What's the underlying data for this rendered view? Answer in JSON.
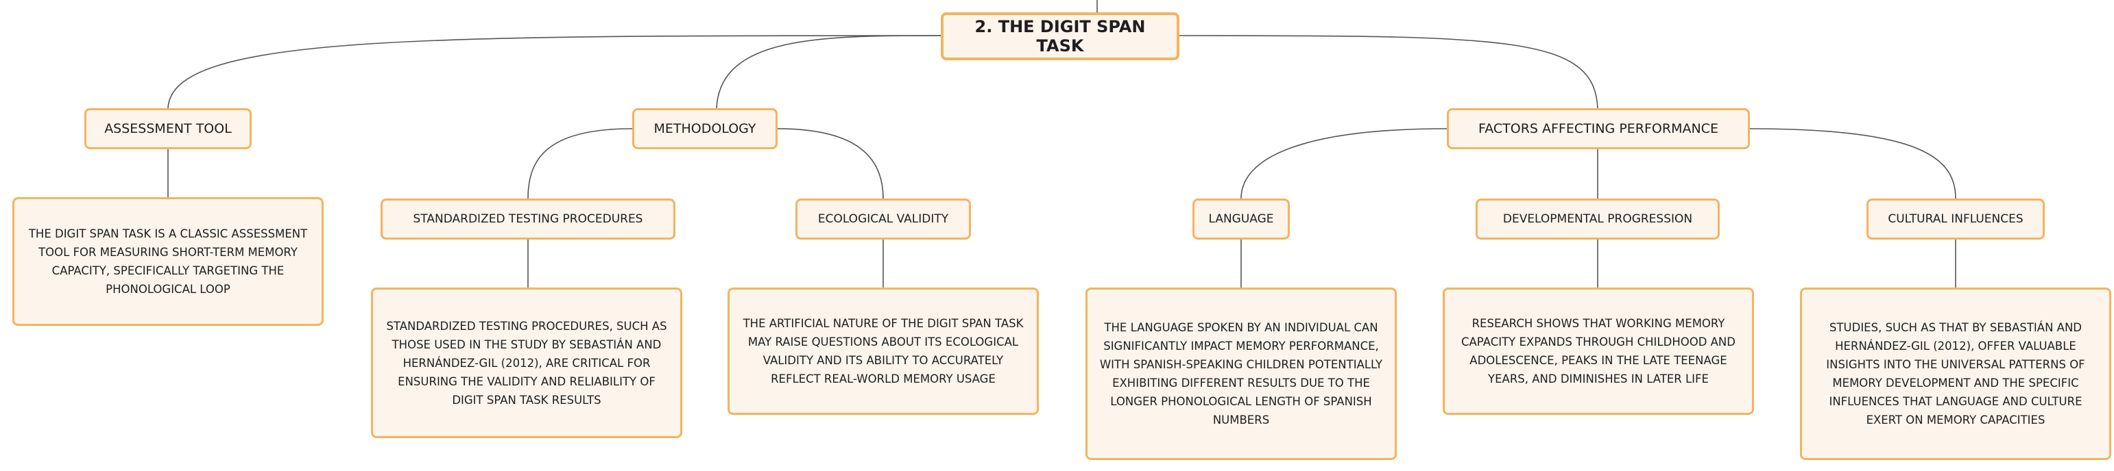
{
  "map": {
    "root": {
      "label": "2. THE DIGIT SPAN TASK"
    },
    "topics": [
      {
        "label": "ASSESSMENT TOOL",
        "note": "THE DIGIT SPAN TASK IS A CLASSIC ASSESSMENT TOOL FOR MEASURING SHORT-TERM MEMORY CAPACITY, SPECIFICALLY TARGETING THE PHONOLOGICAL LOOP"
      },
      {
        "label": "METHODOLOGY",
        "children": [
          {
            "label": "STANDARDIZED TESTING PROCEDURES",
            "note": "STANDARDIZED TESTING PROCEDURES, SUCH AS THOSE USED IN THE STUDY BY SEBASTIÁN AND HERNÁNDEZ-GIL (2012), ARE CRITICAL FOR ENSURING THE VALIDITY AND RELIABILITY OF DIGIT SPAN TASK RESULTS"
          },
          {
            "label": "ECOLOGICAL VALIDITY",
            "note": "THE ARTIFICIAL NATURE OF THE DIGIT SPAN TASK MAY RAISE QUESTIONS ABOUT ITS ECOLOGICAL VALIDITY AND ITS ABILITY TO ACCURATELY REFLECT REAL-WORLD MEMORY USAGE"
          }
        ]
      },
      {
        "label": "FACTORS AFFECTING PERFORMANCE",
        "children": [
          {
            "label": "LANGUAGE",
            "note": "THE LANGUAGE SPOKEN BY AN INDIVIDUAL CAN SIGNIFICANTLY IMPACT MEMORY PERFORMANCE, WITH SPANISH-SPEAKING CHILDREN POTENTIALLY EXHIBITING DIFFERENT RESULTS DUE TO THE LONGER PHONOLOGICAL LENGTH OF SPANISH NUMBERS"
          },
          {
            "label": "DEVELOPMENTAL PROGRESSION",
            "note": "RESEARCH SHOWS THAT WORKING MEMORY CAPACITY EXPANDS THROUGH CHILDHOOD AND ADOLESCENCE, PEAKS IN THE LATE TEENAGE YEARS, AND DIMINISHES IN LATER LIFE"
          },
          {
            "label": "CULTURAL INFLUENCES",
            "note": "STUDIES, SUCH AS THAT BY SEBASTIÁN AND HERNÁNDEZ-GIL (2012), OFFER VALUABLE INSIGHTS INTO THE UNIVERSAL PATTERNS OF MEMORY DEVELOPMENT AND THE SPECIFIC INFLUENCES THAT LANGUAGE AND CULTURE EXERT ON MEMORY CAPACITIES"
          }
        ]
      }
    ]
  },
  "colors": {
    "node_border": "#f3b460",
    "node_fill": "#fdf4eb",
    "connector": "#555555",
    "text": "#1e1e1e"
  }
}
